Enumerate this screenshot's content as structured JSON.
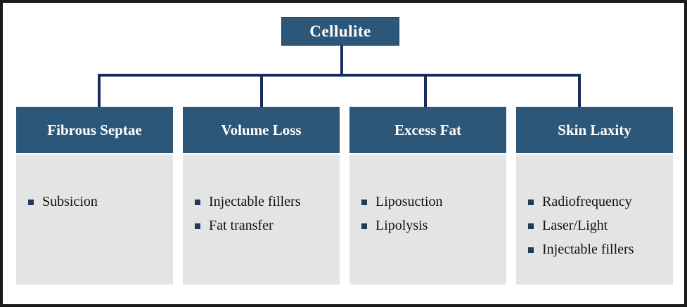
{
  "diagram": {
    "root": {
      "label": "Cellulite"
    },
    "branches": [
      {
        "label": "Fibrous Septae",
        "items": [
          "Subsicion"
        ]
      },
      {
        "label": "Volume Loss",
        "items": [
          "Injectable fillers",
          "Fat transfer"
        ]
      },
      {
        "label": "Excess Fat",
        "items": [
          "Liposuction",
          "Lipolysis"
        ]
      },
      {
        "label": "Skin Laxity",
        "items": [
          "Radiofrequency",
          "Laser/Light",
          "Injectable fillers"
        ]
      }
    ],
    "colors": {
      "header_bg": "#2D5778",
      "connector": "#172B5C",
      "body_bg": "#E5E4E4",
      "bullet": "#1F3864",
      "frame_border": "#1A1A1A",
      "header_text": "#FFFFFF",
      "item_text": "#111111"
    }
  }
}
